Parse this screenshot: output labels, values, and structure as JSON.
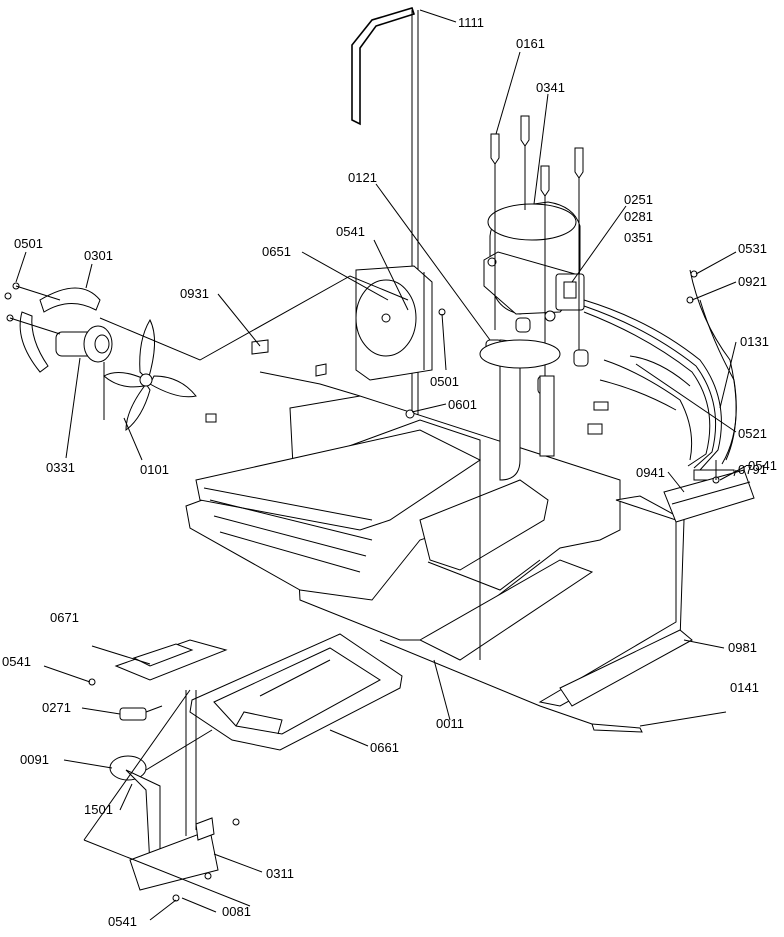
{
  "diagram": {
    "labels": [
      {
        "id": "1111",
        "text": "1111"
      },
      {
        "id": "0161",
        "text": "0161"
      },
      {
        "id": "0341",
        "text": "0341"
      },
      {
        "id": "0121",
        "text": "0121"
      },
      {
        "id": "0251",
        "text": "0251"
      },
      {
        "id": "0281",
        "text": "0281"
      },
      {
        "id": "0351",
        "text": "0351"
      },
      {
        "id": "0541a",
        "text": "0541"
      },
      {
        "id": "0651",
        "text": "0651"
      },
      {
        "id": "0501a",
        "text": "0501"
      },
      {
        "id": "0301",
        "text": "0301"
      },
      {
        "id": "0931",
        "text": "0931"
      },
      {
        "id": "0531",
        "text": "0531"
      },
      {
        "id": "0921",
        "text": "0921"
      },
      {
        "id": "0131",
        "text": "0131"
      },
      {
        "id": "0501b",
        "text": "0501"
      },
      {
        "id": "0601",
        "text": "0601"
      },
      {
        "id": "0521",
        "text": "0521"
      },
      {
        "id": "0331",
        "text": "0331"
      },
      {
        "id": "0101",
        "text": "0101"
      },
      {
        "id": "0791",
        "text": "0791"
      },
      {
        "id": "0941",
        "text": "0941"
      },
      {
        "id": "0541b",
        "text": "0541"
      },
      {
        "id": "0671",
        "text": "0671"
      },
      {
        "id": "0981",
        "text": "0981"
      },
      {
        "id": "0541c",
        "text": "0541"
      },
      {
        "id": "0141",
        "text": "0141"
      },
      {
        "id": "0271",
        "text": "0271"
      },
      {
        "id": "0011",
        "text": "0011"
      },
      {
        "id": "0661",
        "text": "0661"
      },
      {
        "id": "0091",
        "text": "0091"
      },
      {
        "id": "1501",
        "text": "1501"
      },
      {
        "id": "0311",
        "text": "0311"
      },
      {
        "id": "0081",
        "text": "0081"
      },
      {
        "id": "0541d",
        "text": "0541"
      }
    ]
  }
}
